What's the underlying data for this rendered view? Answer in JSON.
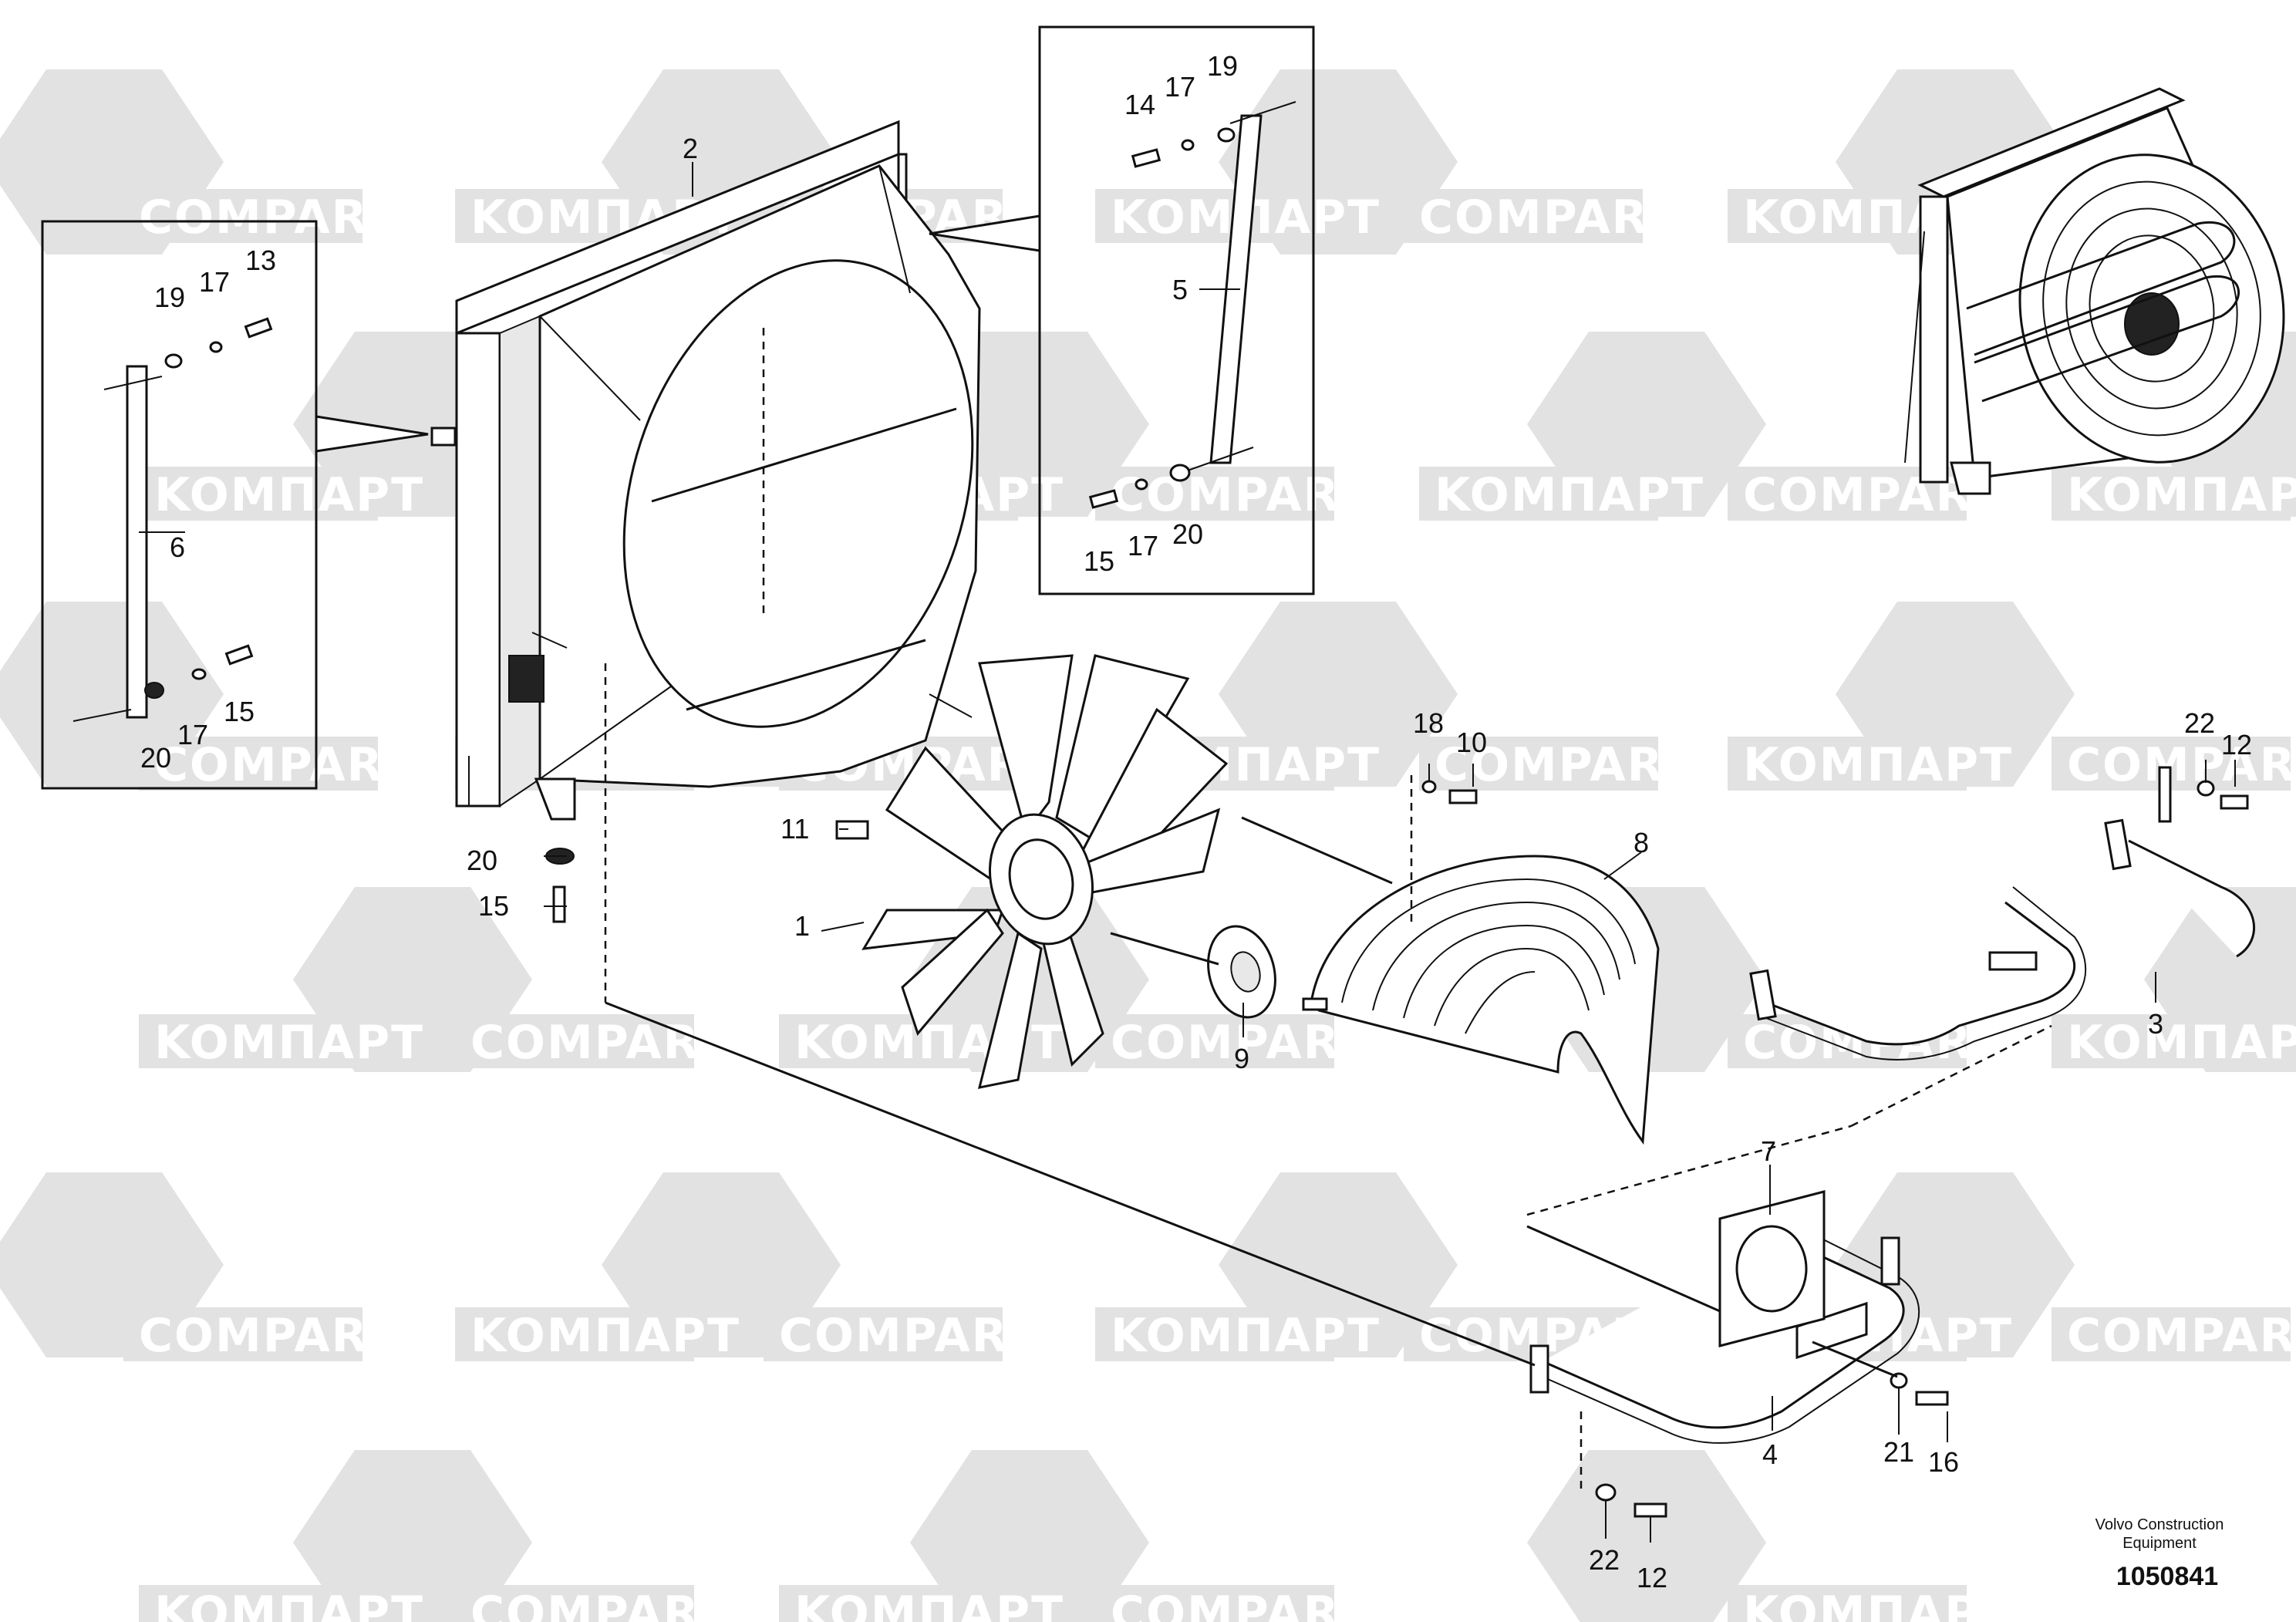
{
  "watermark": {
    "latin": "COMPART",
    "cyrillic": "KOMПАРТ"
  },
  "callouts": {
    "c1": "1",
    "c2": "2",
    "c3": "3",
    "c4": "4",
    "c5": "5",
    "c6": "6",
    "c7": "7",
    "c8": "8",
    "c9": "9",
    "c10": "10",
    "c11": "11",
    "c12a": "12",
    "c12b": "12",
    "c13": "13",
    "c14": "14",
    "c15a": "15",
    "c15b": "15",
    "c15c": "15",
    "c16": "16",
    "c17a": "17",
    "c17b": "17",
    "c17c": "17",
    "c17d": "17",
    "c18": "18",
    "c19a": "19",
    "c19b": "19",
    "c20a": "20",
    "c20b": "20",
    "c20c": "20",
    "c21": "21",
    "c22a": "22",
    "c22b": "22"
  },
  "footer": {
    "publisher_line1": "Volvo Construction",
    "publisher_line2": "Equipment",
    "drawing_id": "1050841"
  },
  "colors": {
    "watermark_fill": "#e2e2e2",
    "line": "#111111"
  }
}
